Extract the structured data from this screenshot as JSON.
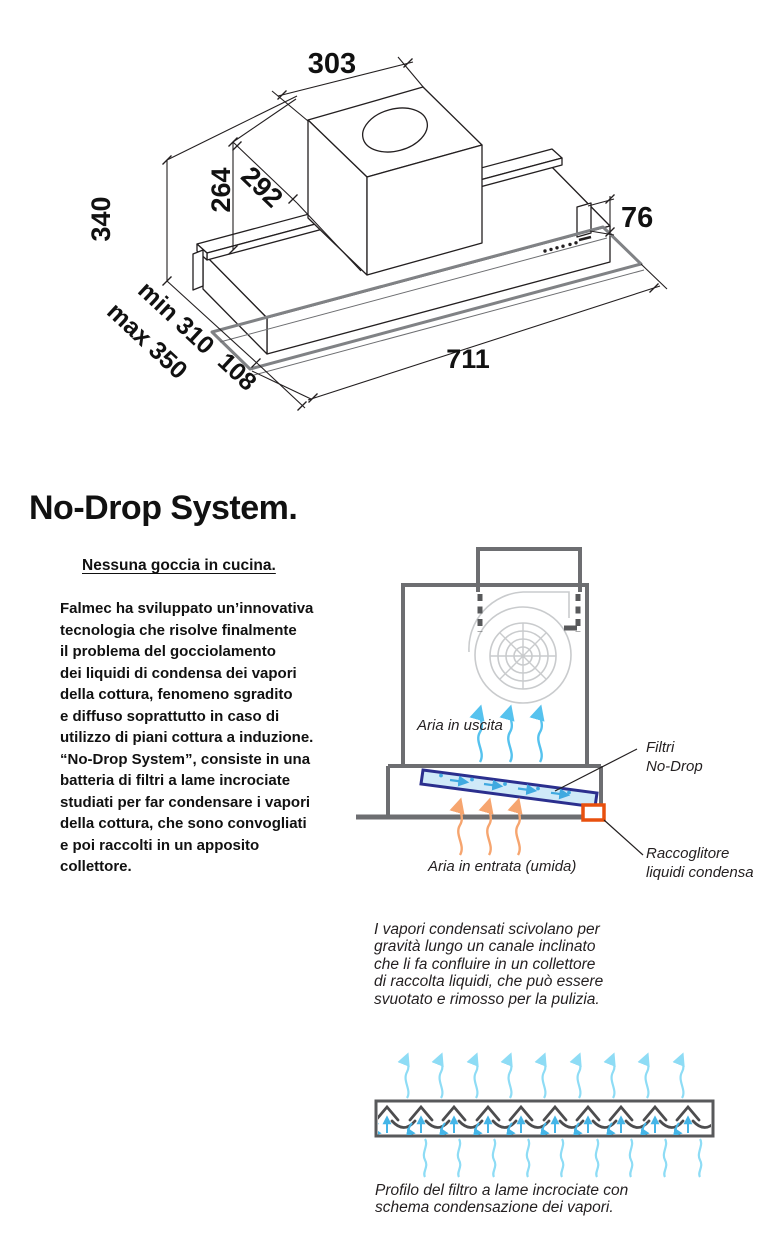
{
  "heading": "No-Drop System.",
  "intro": {
    "subtitle": "Nessuna goccia in cucina.",
    "body": "Falmec ha sviluppato un’innovativa\ntecnologia che risolve finalmente\nil problema del gocciolamento\ndei liquidi di condensa dei vapori\ndella cottura, fenomeno sgradito\ne diffuso soprattutto in caso di\nutilizzo di piani cottura a induzione.\n“No-Drop System”, consiste in una\nbatteria di filtri a lame incrociate\nstudiati per far condensare i vapori\ndella cottura, che sono convogliati\ne poi raccolti in un apposito\ncollettore."
  },
  "tech_drawing": {
    "dimensions": {
      "top_width": "303",
      "plate_depth": "292",
      "inner_height": "264",
      "total_height": "340",
      "body_depth_min": "min 310",
      "body_depth_max": "max 350",
      "visor_depth": "108",
      "length": "711",
      "front_height": "76"
    }
  },
  "hood_diagram": {
    "labels": {
      "air_out": "Aria in uscita",
      "air_in": "Aria in entrata (umida)",
      "filters_1": "Filtri",
      "filters_2": "No-Drop",
      "collector_1": "Raccoglitore",
      "collector_2": "liquidi condensa"
    },
    "colors": {
      "outline_gray": "#6d6e71",
      "fan_gray": "#c9cbcd",
      "dash_gray": "#58595b",
      "air_out_blue": "#56c2ee",
      "air_in_orange": "#f6a56f",
      "filter_fill": "#cfe9f8",
      "filter_border": "#2b2f8e",
      "filter_flow_blue": "#3fa9e0",
      "collector_orange": "#e8500e"
    }
  },
  "captions": {
    "condensation": "I vapori condensati scivolano per\ngravità lungo un canale inclinato\nche li fa confluire in un collettore\ndi raccolta liquidi, che può essere\nsvuotato e rimosso per la pulizia.",
    "filter_profile": "Profilo del filtro a lame incrociate con\nschema condensazione dei vapori."
  },
  "filter_profile": {
    "colors": {
      "box_border": "#58595b",
      "blade_dark": "#4d4d4f",
      "vapor_blue": "#8edcf5",
      "arrow_blue": "#45b6e8"
    }
  }
}
